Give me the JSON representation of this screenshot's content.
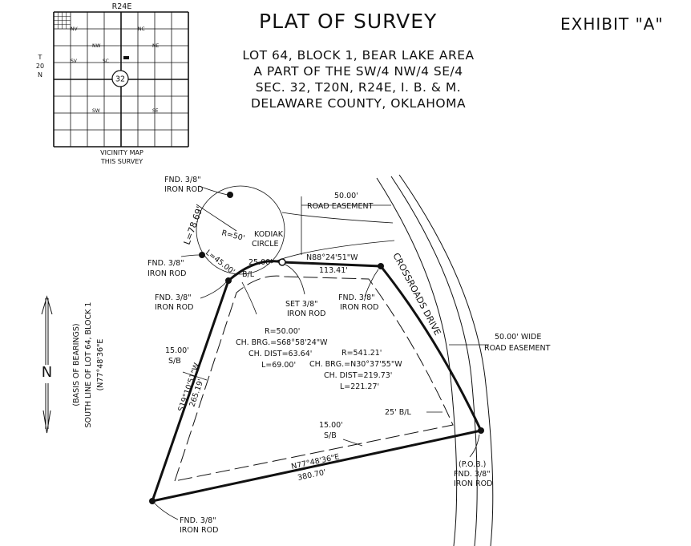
{
  "title": "PLAT OF SURVEY",
  "exhibit": "EXHIBIT \"A\"",
  "subtitle_lines": [
    "LOT 64, BLOCK 1, BEAR LAKE AREA",
    "A PART OF THE SW/4 NW/4 SE/4",
    "SEC. 32, T20N, R24E, I. B. & M.",
    "DELAWARE COUNTY, OKLAHOMA"
  ],
  "vicinity_map": {
    "range": "R24E",
    "township_lines": [
      "T",
      "20",
      "N"
    ],
    "section": "32",
    "caption": [
      "VICINITY MAP",
      "THIS SURVEY"
    ],
    "quarter_labels": [
      "NW",
      "NE",
      "SW",
      "SE",
      "NV",
      "SV",
      "NC",
      "SC"
    ]
  },
  "north_arrow": {
    "letter": "N"
  },
  "basis_of_bearings": [
    "(BASIS OF BEARINGS)",
    "SOUTH LINE OF LOT 64, BLOCK 1",
    "(N77°48'36\"E"
  ],
  "streets": {
    "kodiak": [
      "KODIAK",
      "CIRCLE"
    ],
    "crossroads": "CROSSROADS DRIVE"
  },
  "easements": {
    "road_top": [
      "50.00'",
      "ROAD EASEMENT"
    ],
    "road_wide": [
      "50.00' WIDE",
      "ROAD EASEMENT"
    ]
  },
  "monuments": {
    "fnd_nw": [
      "FND. 3/8\"",
      "IRON ROD"
    ],
    "fnd_w": [
      "FND. 3/8\"",
      "IRON ROD"
    ],
    "fnd_bl": [
      "FND. 3/8\"",
      "IRON ROD"
    ],
    "set_n": [
      "SET 3/8\"",
      "IRON ROD"
    ],
    "fnd_ne": [
      "FND. 3/8\"",
      "IRON ROD"
    ],
    "fnd_sw": [
      "FND. 3/8\"",
      "IRON ROD"
    ],
    "pob": [
      "(P.O.B.)",
      "FND. 3/8\"",
      "IRON ROD"
    ]
  },
  "courses": {
    "north_line": {
      "bearing": "N88°24'51\"W",
      "distance": "113.41'"
    },
    "west_line": {
      "bearing": "S19°10'51\"W",
      "distance": "265.19'"
    },
    "south_line": {
      "bearing": "N77°48'36\"E",
      "distance": "380.70'"
    },
    "curve_cul": {
      "radius": "R=50.00'",
      "chord_bearing": "CH. BRG.=S68°58'24\"W",
      "chord_distance": "CH. DIST=63.64'",
      "length": "L=69.00'"
    },
    "curve_east": {
      "radius": "R=541.21'",
      "chord_bearing": "CH. BRG.=N30°37'55\"W",
      "chord_distance": "CH. DIST=219.73'",
      "length": "L=221.27'"
    },
    "cul_radius": "R=50'",
    "cul_arc": "L=78.69'",
    "cul_setback_arc": "L=45.00'"
  },
  "setbacks": {
    "north": "25.00'",
    "north_bl": "B/L",
    "west": [
      "15.00'",
      "S/B"
    ],
    "south": [
      "15.00'",
      "S/B"
    ],
    "east": "25' B/L"
  }
}
